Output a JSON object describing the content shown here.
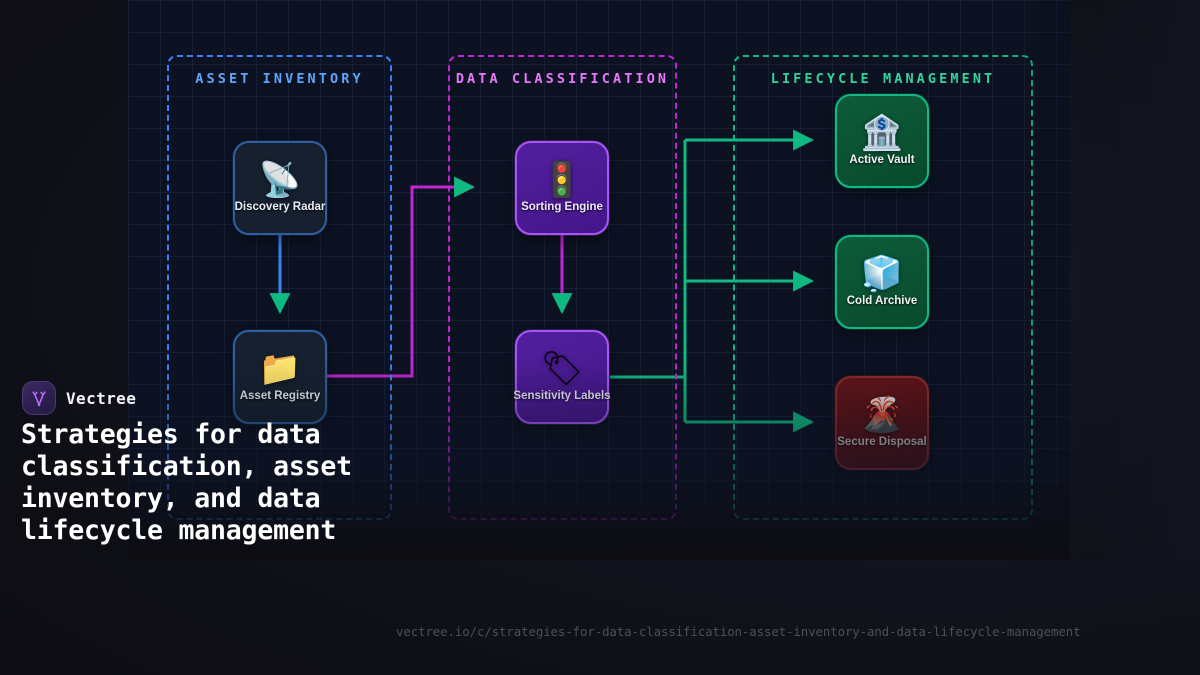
{
  "brand": {
    "name": "Vectree",
    "logo_icon": "vectree-tree-logo",
    "logo_bg": "#2b1f4d",
    "logo_stroke": "#b46cf0"
  },
  "headline": "Strategies for data classification, asset inventory, and data lifecycle management",
  "url": "vectree.io/c/strategies-for-data-classification-asset-inventory-and-data-lifecycle-management",
  "canvas": {
    "background": "#0c1222",
    "grid_color": "rgba(94,134,190,0.10)",
    "grid_size": 32
  },
  "sections": [
    {
      "id": "asset-inventory",
      "label": "ASSET INVENTORY",
      "color": "#3b82f6",
      "label_color": "#60a5fa"
    },
    {
      "id": "data-classification",
      "label": "DATA CLASSIFICATION",
      "color": "#c026d3",
      "label_color": "#e879f9"
    },
    {
      "id": "lifecycle-management",
      "label": "LIFECYCLE MANAGEMENT",
      "color": "#10b981",
      "label_color": "#34d399"
    }
  ],
  "nodes": [
    {
      "id": "discovery-radar",
      "label": "Discovery Radar",
      "icon": "📡",
      "icon_name": "satellite-antenna-icon",
      "variant": "blue",
      "fill": "#16202f",
      "border": "#2f5f9e"
    },
    {
      "id": "asset-registry",
      "label": "Asset Registry",
      "icon": "📁",
      "icon_name": "card-index-dividers-icon",
      "variant": "blue",
      "fill": "#16202f",
      "border": "#2f5f9e"
    },
    {
      "id": "sorting-engine",
      "label": "Sorting Engine",
      "icon": "🚦",
      "icon_name": "vertical-traffic-light-icon",
      "variant": "purple",
      "fill": "#4c1d95",
      "border": "#a855f7"
    },
    {
      "id": "sensitivity-labels",
      "label": "Sensitivity Labels",
      "icon": "🏷",
      "icon_name": "label-tag-icon",
      "variant": "purple",
      "fill": "#4c1d95",
      "border": "#a855f7"
    },
    {
      "id": "active-vault",
      "label": "Active Vault",
      "icon": "🏦",
      "icon_name": "bank-icon",
      "variant": "green",
      "fill": "#0b5132",
      "border": "#10b981"
    },
    {
      "id": "cold-archive",
      "label": "Cold Archive",
      "icon": "🧊",
      "icon_name": "ice-cube-icon",
      "variant": "green",
      "fill": "#0b5132",
      "border": "#10b981"
    },
    {
      "id": "secure-disposal",
      "label": "Secure Disposal",
      "icon": "🌋",
      "icon_name": "volcano-icon",
      "variant": "red",
      "fill": "#5b1114",
      "border": "#8b2b2b"
    }
  ],
  "connectors": [
    {
      "id": "discovery-to-registry",
      "from": "discovery-radar",
      "to": "asset-registry",
      "color": "#3b82f6",
      "arrow_color": "#10b981"
    },
    {
      "id": "registry-to-sorting",
      "from": "asset-registry",
      "to": "sorting-engine",
      "color": "#c026d3",
      "arrow_color": "#10b981"
    },
    {
      "id": "sorting-to-labels",
      "from": "sorting-engine",
      "to": "sensitivity-labels",
      "color": "#c026d3",
      "arrow_color": "#10b981"
    },
    {
      "id": "labels-to-active-vault",
      "from": "sensitivity-labels",
      "to": "active-vault",
      "color": "#10b981",
      "arrow_color": "#10b981"
    },
    {
      "id": "labels-to-cold-archive",
      "from": "sensitivity-labels",
      "to": "cold-archive",
      "color": "#10b981",
      "arrow_color": "#10b981"
    },
    {
      "id": "labels-to-secure-disposal",
      "from": "sensitivity-labels",
      "to": "secure-disposal",
      "color": "#10b981",
      "arrow_color": "#10b981"
    }
  ]
}
